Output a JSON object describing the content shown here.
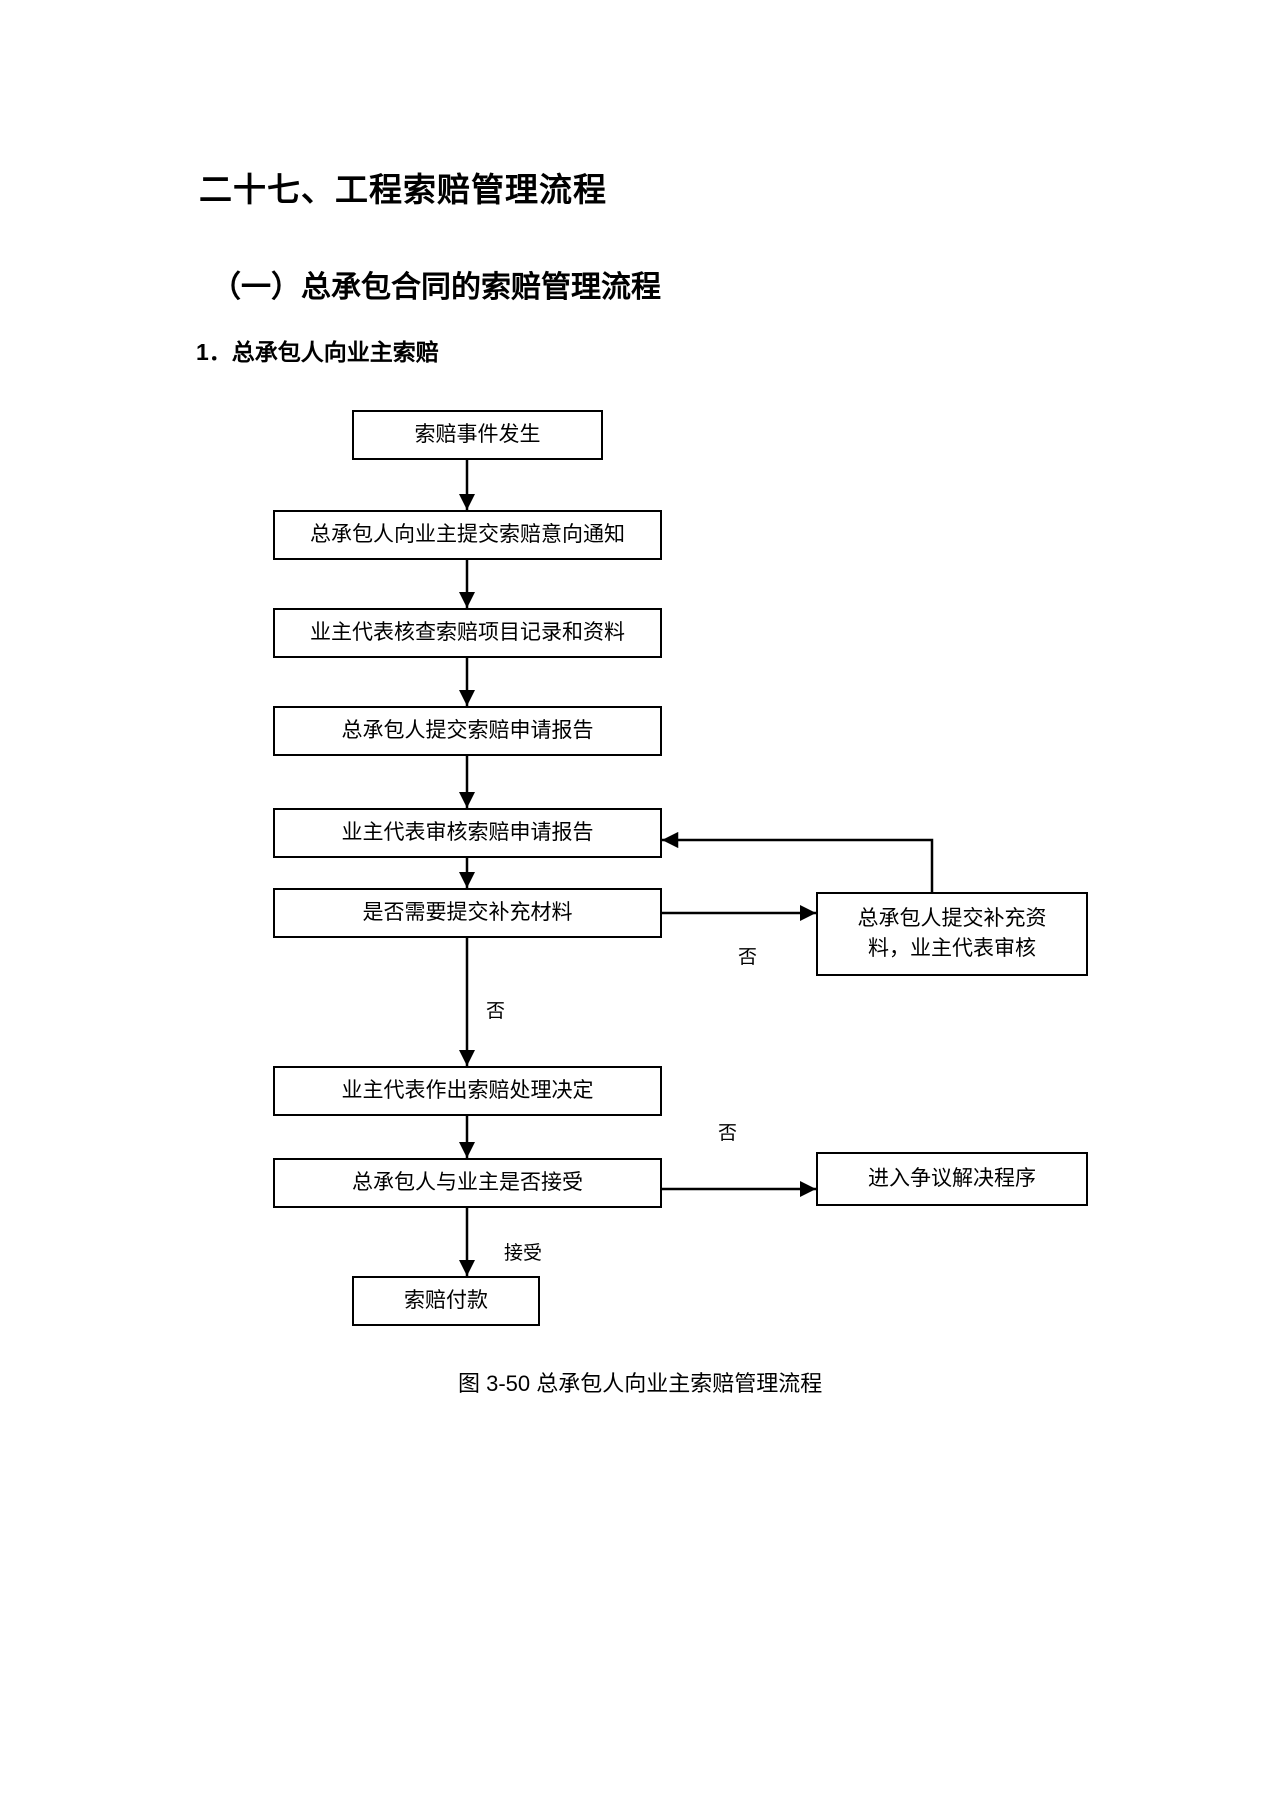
{
  "page": {
    "title": "二十七、工程索赔管理流程",
    "subtitle": "（一）总承包合同的索赔管理流程",
    "section_heading": "1．总承包人向业主索赔",
    "figure_caption": "图 3-50 总承包人向业主索赔管理流程",
    "background_color": "#ffffff",
    "text_color": "#000000"
  },
  "flowchart": {
    "type": "flowchart",
    "line_color": "#000000",
    "box_border_color": "#000000",
    "box_fill_color": "#ffffff",
    "nodes": [
      {
        "id": "claim-event",
        "label": "索赔事件发生"
      },
      {
        "id": "submit-intent-notice",
        "label": "总承包人向业主提交索赔意向通知"
      },
      {
        "id": "owner-rep-verify-records",
        "label": "业主代表核查索赔项目记录和资料"
      },
      {
        "id": "submit-claim-report",
        "label": "总承包人提交索赔申请报告"
      },
      {
        "id": "owner-rep-review-report",
        "label": "业主代表审核索赔申请报告"
      },
      {
        "id": "need-supplement-question",
        "label": "是否需要提交补充材料"
      },
      {
        "id": "submit-supplement-review",
        "label": "总承包人提交补充资料，业主代表审核"
      },
      {
        "id": "owner-rep-decision",
        "label": "业主代表作出索赔处理决定"
      },
      {
        "id": "both-accept-question",
        "label": "总承包人与业主是否接受"
      },
      {
        "id": "dispute-resolution",
        "label": "进入争议解决程序"
      },
      {
        "id": "claim-payment",
        "label": "索赔付款"
      }
    ],
    "edges": [
      {
        "from": "claim-event",
        "to": "submit-intent-notice",
        "label": ""
      },
      {
        "from": "submit-intent-notice",
        "to": "owner-rep-verify-records",
        "label": ""
      },
      {
        "from": "owner-rep-verify-records",
        "to": "submit-claim-report",
        "label": ""
      },
      {
        "from": "submit-claim-report",
        "to": "owner-rep-review-report",
        "label": ""
      },
      {
        "from": "owner-rep-review-report",
        "to": "need-supplement-question",
        "label": ""
      },
      {
        "from": "need-supplement-question",
        "to": "submit-supplement-review",
        "label": "否"
      },
      {
        "from": "need-supplement-question",
        "to": "owner-rep-decision",
        "label": "否"
      },
      {
        "from": "submit-supplement-review",
        "to": "owner-rep-review-report",
        "label": ""
      },
      {
        "from": "owner-rep-decision",
        "to": "both-accept-question",
        "label": ""
      },
      {
        "from": "both-accept-question",
        "to": "dispute-resolution",
        "label": "否"
      },
      {
        "from": "both-accept-question",
        "to": "claim-payment",
        "label": "接受"
      }
    ]
  }
}
